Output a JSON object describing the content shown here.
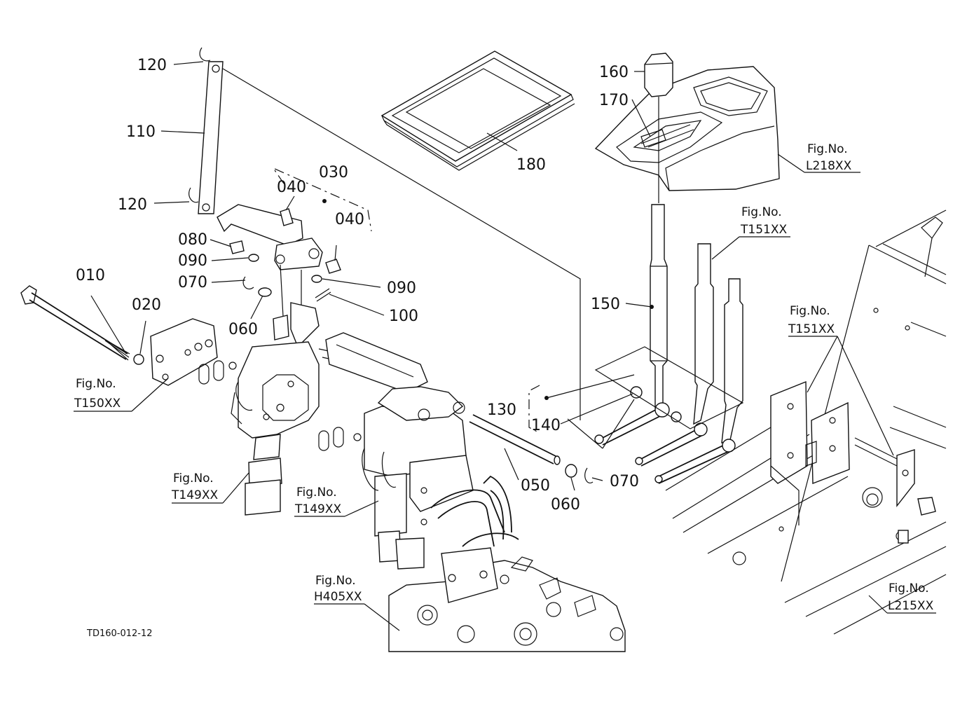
{
  "diagram": {
    "drawing_code": "TD160-012-12",
    "part_labels": [
      "010",
      "020",
      "030",
      "040",
      "040",
      "050",
      "060",
      "060",
      "070",
      "070",
      "080",
      "090",
      "090",
      "100",
      "110",
      "120",
      "120",
      "130",
      "140",
      "150",
      "160",
      "170",
      "180"
    ],
    "figure_refs": [
      {
        "caption": "Fig.No.",
        "code": "T150XX"
      },
      {
        "caption": "Fig.No.",
        "code": "T149XX"
      },
      {
        "caption": "Fig.No.",
        "code": "T149XX"
      },
      {
        "caption": "Fig.No.",
        "code": "H405XX"
      },
      {
        "caption": "Fig.No.",
        "code": "L218XX"
      },
      {
        "caption": "Fig.No.",
        "code": "T151XX"
      },
      {
        "caption": "Fig.No.",
        "code": "T151XX"
      },
      {
        "caption": "Fig.No.",
        "code": "L215XX"
      }
    ]
  }
}
